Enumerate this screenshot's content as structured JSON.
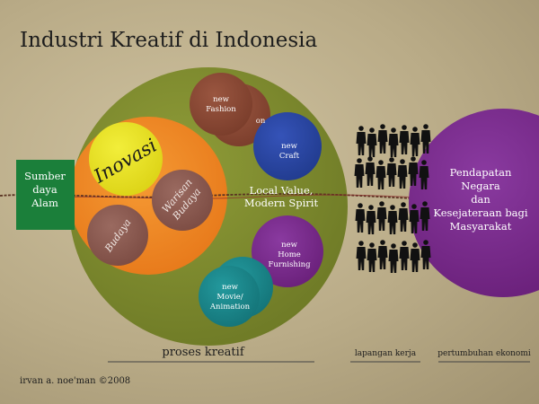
{
  "title": "Industri Kreatif di Indonesia",
  "credit": "irvan a. noe'man ©2008",
  "sumber": [
    "Sumber",
    "daya",
    "Alam"
  ],
  "inovasi": "Inovasi",
  "warisan_budaya": [
    "Warisan",
    "Budaya"
  ],
  "budaya": "Budaya",
  "local_value": [
    "Local Value,",
    "Modern Spirit"
  ],
  "new_fashion": [
    "new",
    "Fashion"
  ],
  "fashion_back_fragment": "on",
  "new_craft": [
    "new",
    "Craft"
  ],
  "new_home": [
    "new",
    "Home",
    "Furnishing"
  ],
  "new_movie": [
    "new",
    "Movie/",
    "Animation"
  ],
  "pendapatan": [
    "Pendapatan",
    "Negara",
    "dan",
    "Kesejateraan bagi",
    "Masyarakat"
  ],
  "proses_kreatif": "proses kreatif",
  "lapangan_kerja": "lapangan kerja",
  "pertumbuhan_ekonomi": "pertumbuhan ekonomi",
  "colors": {
    "olive": "#7d8a2d",
    "orange": "#ef7f1e",
    "yellow": "#e8e21f",
    "brown": "#8c4a35",
    "blue": "#2a47a5",
    "purple": "#7b2a8c",
    "teal": "#1b8a8e",
    "green": "#1b7f3a",
    "mauve": "#8c5a50"
  }
}
